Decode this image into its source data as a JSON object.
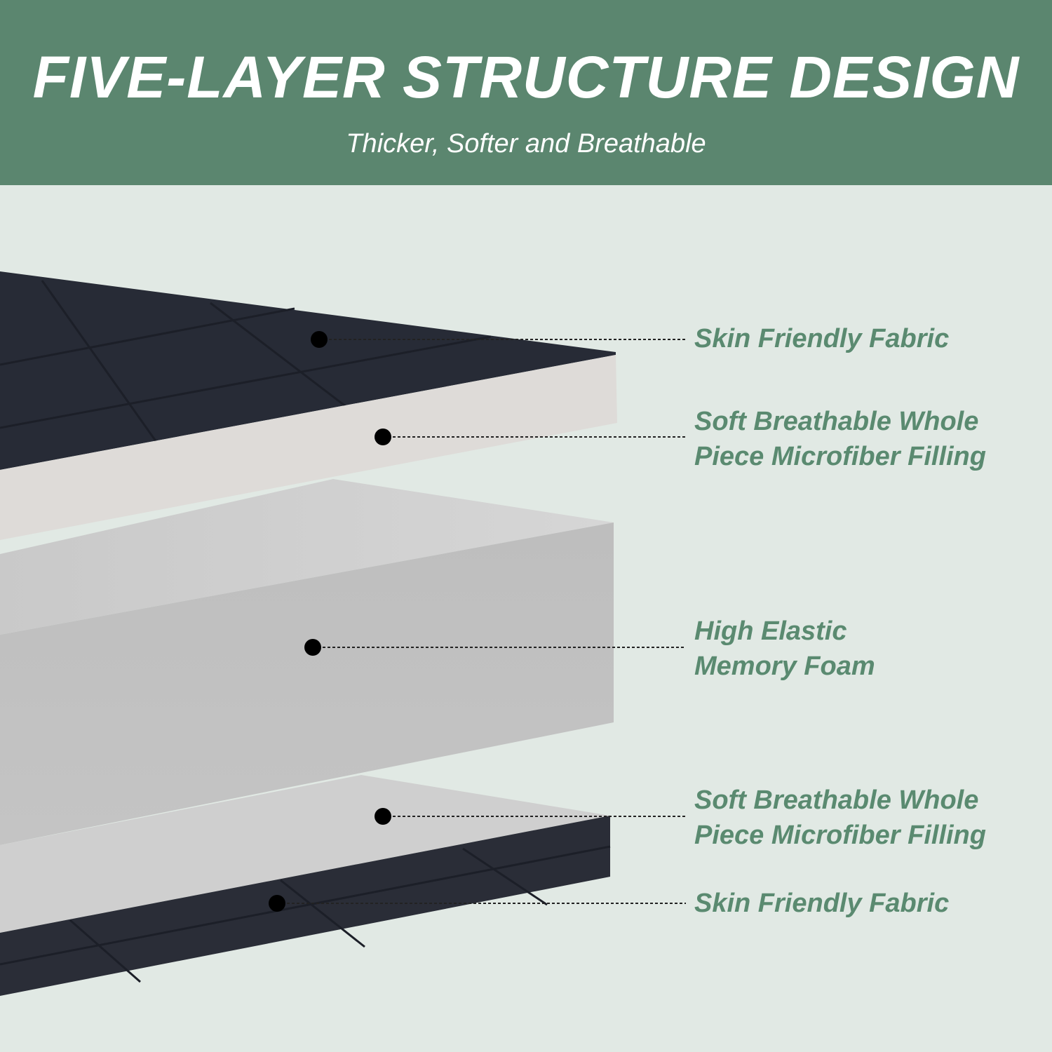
{
  "header": {
    "title": "FIVE-LAYER STRUCTURE DESIGN",
    "subtitle": "Thicker, Softer and Breathable"
  },
  "layers": [
    {
      "label_line1": "Skin Friendly Fabric",
      "label_line2": ""
    },
    {
      "label_line1": "Soft Breathable Whole",
      "label_line2": "Piece Microfiber Filling"
    },
    {
      "label_line1": "High Elastic",
      "label_line2": "Memory Foam"
    },
    {
      "label_line1": "Soft Breathable Whole",
      "label_line2": "Piece Microfiber Filling"
    },
    {
      "label_line1": "Skin Friendly Fabric",
      "label_line2": ""
    }
  ],
  "colors": {
    "header": "#5b866f",
    "background": "#e1e9e4",
    "label": "#5a8a70",
    "fabric": "#262a35",
    "filling": "#dedbd8",
    "foam": "#bdbdbd"
  }
}
